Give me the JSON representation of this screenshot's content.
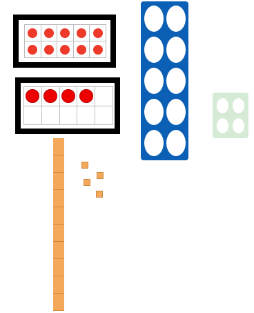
{
  "canvas": {
    "background": "#ffffff"
  },
  "ten_frames": [
    {
      "name": "ten-frame-full",
      "counters": 10,
      "counter_color": "#ee3a2a"
    },
    {
      "name": "ten-frame-four",
      "counters": 4,
      "counter_color": "#ee0000"
    }
  ],
  "numicons": [
    {
      "name": "numicon-ten",
      "value": 10,
      "color": "#0b5fb4"
    },
    {
      "name": "numicon-four",
      "value": 4,
      "color": "#d6ebd6"
    }
  ],
  "base_ten": {
    "rods": 1,
    "rod_segments": 10,
    "units": 4,
    "color": "#f4a95a"
  }
}
